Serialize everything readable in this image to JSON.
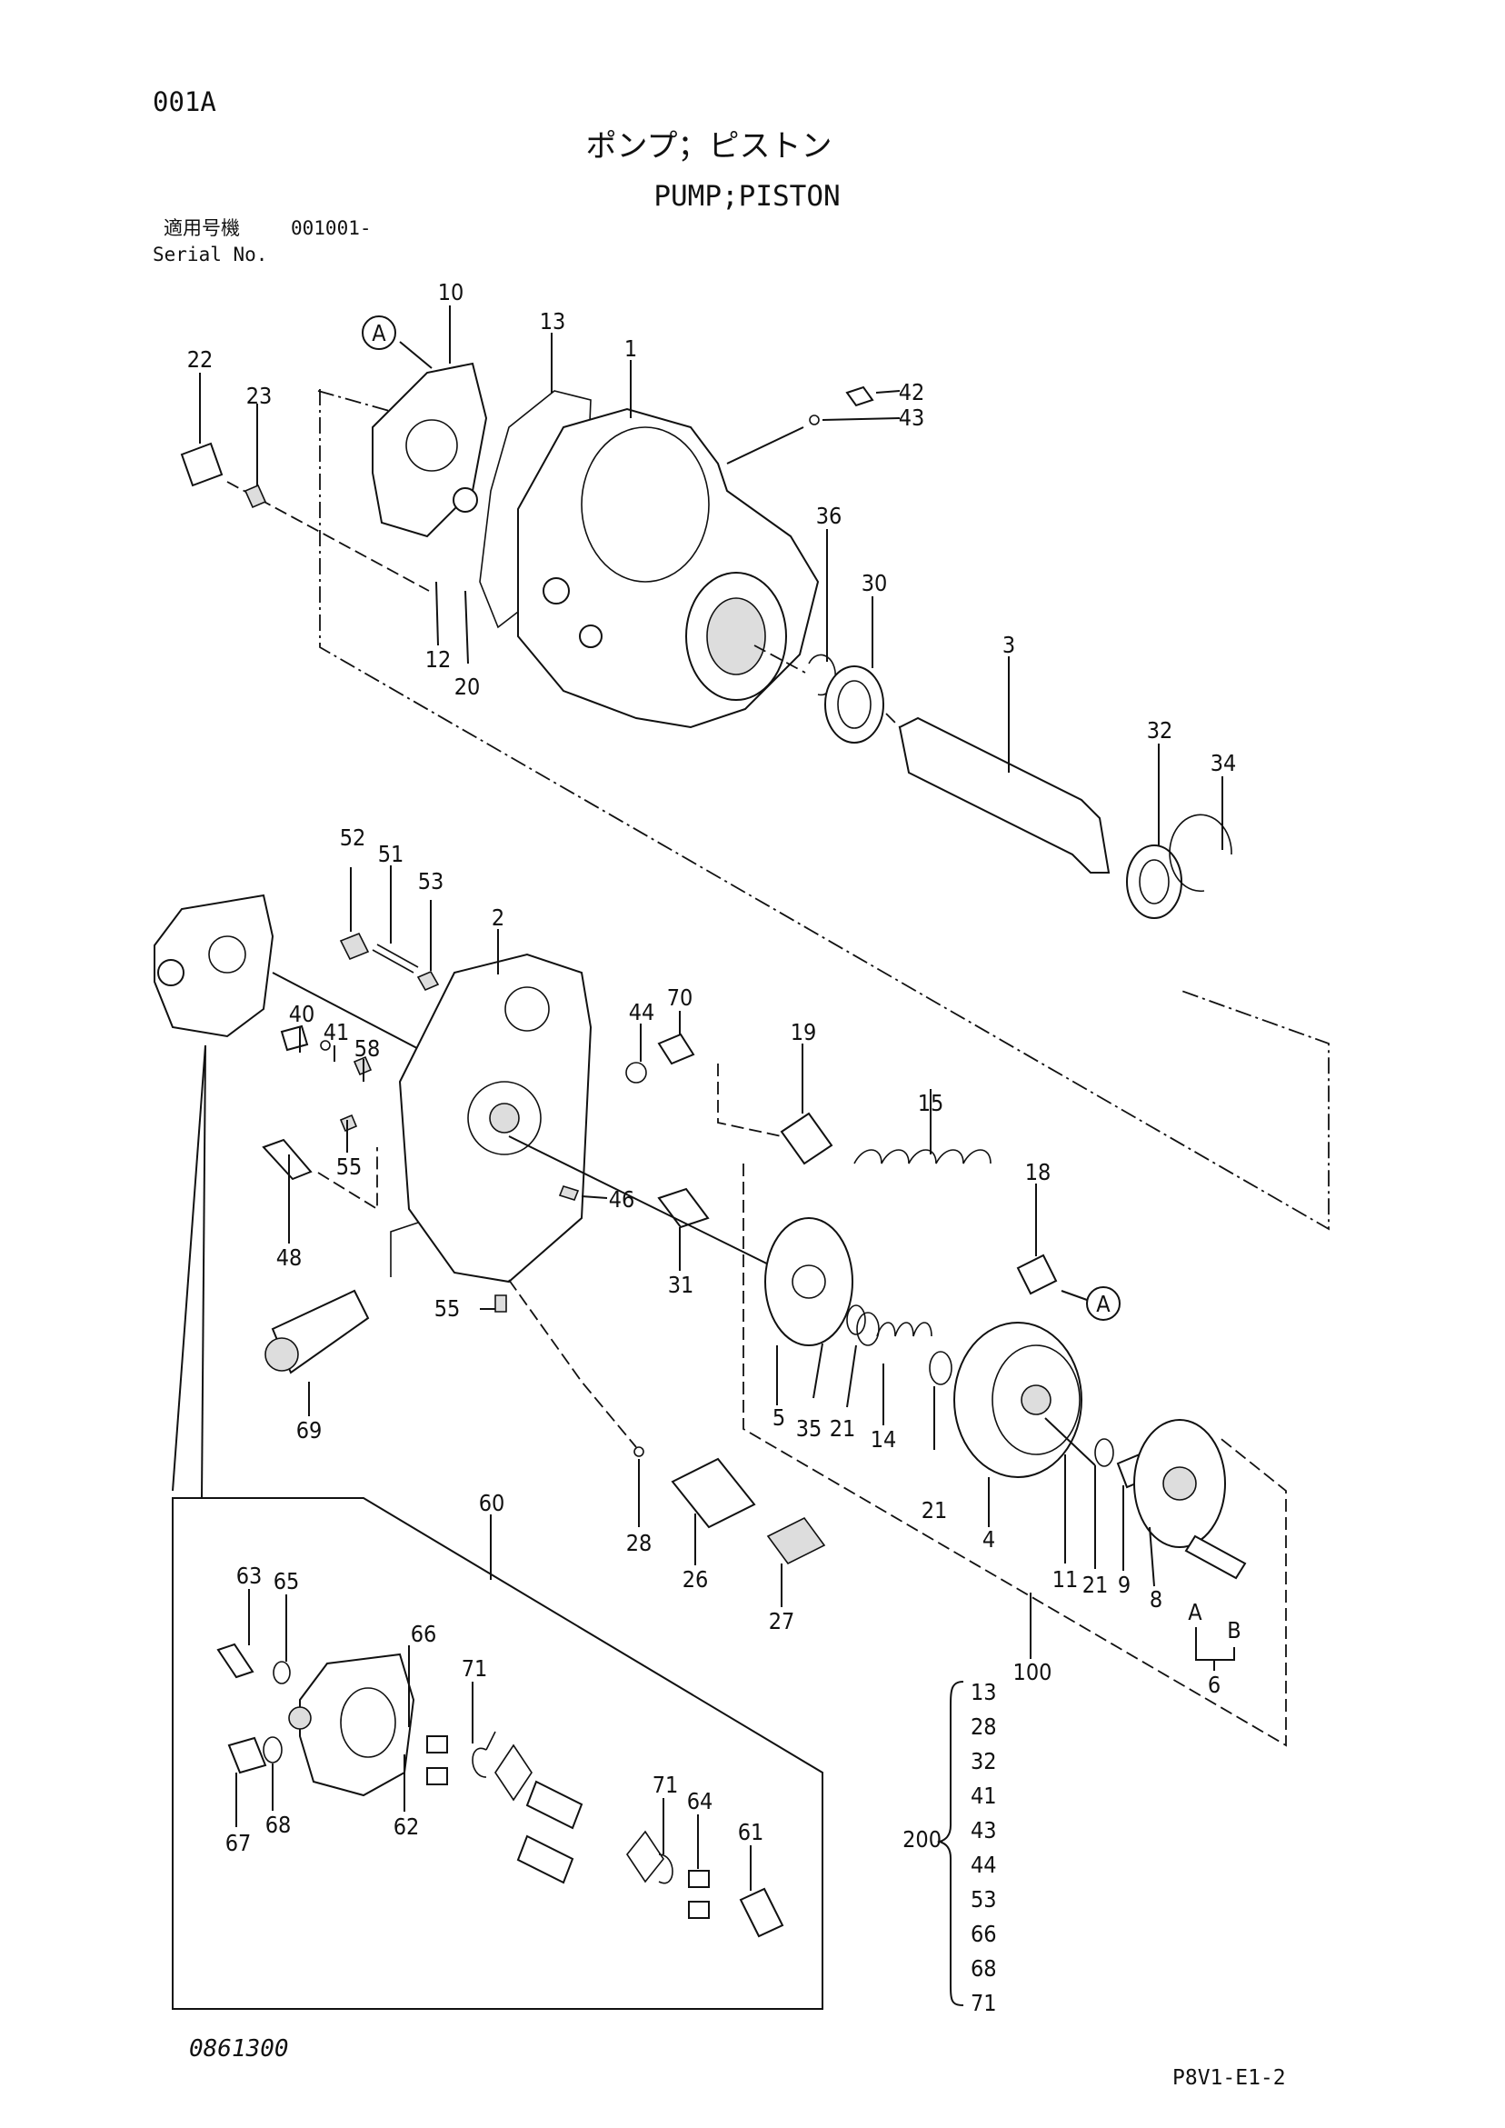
{
  "header": {
    "page_code": "001A",
    "title_jp": "ポンプ；ピストン",
    "title_en": "PUMP;PISTON",
    "serial_label_jp": "適用号機",
    "serial_value": "001001-",
    "serial_label_en": "Serial No."
  },
  "callouts": [
    "1",
    "2",
    "3",
    "4",
    "5",
    "6",
    "8",
    "9",
    "10",
    "11",
    "12",
    "13",
    "14",
    "15",
    "18",
    "19",
    "20",
    "21",
    "22",
    "23",
    "26",
    "27",
    "28",
    "30",
    "31",
    "32",
    "34",
    "35",
    "36",
    "40",
    "41",
    "42",
    "43",
    "44",
    "46",
    "48",
    "51",
    "52",
    "53",
    "55",
    "58",
    "60",
    "61",
    "62",
    "63",
    "64",
    "65",
    "66",
    "67",
    "68",
    "69",
    "70",
    "71",
    "100"
  ],
  "ref_marks": {
    "a": "A",
    "b": "B"
  },
  "kit": {
    "number": "200",
    "parts": [
      "13",
      "28",
      "32",
      "41",
      "43",
      "44",
      "53",
      "66",
      "68",
      "71"
    ]
  },
  "footer": {
    "drawing_no": "0861300",
    "page_ref": "P8V1-E1-2"
  }
}
